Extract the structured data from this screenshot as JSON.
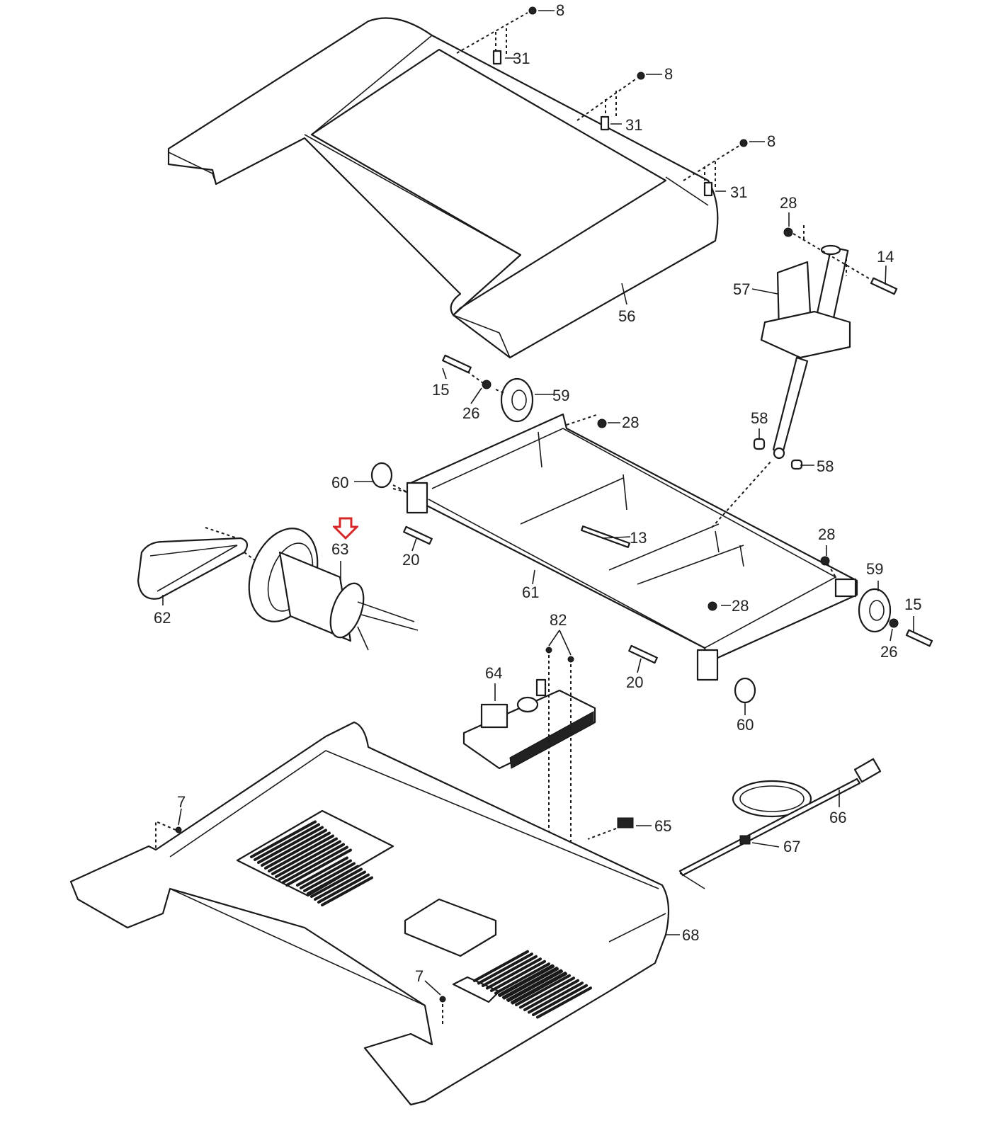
{
  "diagram": {
    "subject": "Treadmill exploded parts diagram",
    "highlight_color": "#d62828",
    "highlighted_part": "63",
    "parts": [
      {
        "id": "8",
        "name": "screw",
        "label": "8"
      },
      {
        "id": "8b",
        "name": "screw",
        "label": "8"
      },
      {
        "id": "8c",
        "name": "screw",
        "label": "8"
      },
      {
        "id": "31",
        "name": "clip",
        "label": "31"
      },
      {
        "id": "31b",
        "name": "clip",
        "label": "31"
      },
      {
        "id": "31c",
        "name": "clip",
        "label": "31"
      },
      {
        "id": "56",
        "name": "motor-hood",
        "label": "56"
      },
      {
        "id": "28a",
        "name": "nut",
        "label": "28"
      },
      {
        "id": "14",
        "name": "bolt",
        "label": "14"
      },
      {
        "id": "57",
        "name": "incline-motor",
        "label": "57"
      },
      {
        "id": "15a",
        "name": "bolt",
        "label": "15"
      },
      {
        "id": "26a",
        "name": "washer",
        "label": "26"
      },
      {
        "id": "59a",
        "name": "wheel",
        "label": "59"
      },
      {
        "id": "28b",
        "name": "nut",
        "label": "28"
      },
      {
        "id": "58a",
        "name": "spacer",
        "label": "58"
      },
      {
        "id": "58b",
        "name": "spacer",
        "label": "58"
      },
      {
        "id": "60a",
        "name": "foot-disc",
        "label": "60"
      },
      {
        "id": "63",
        "name": "drive-motor",
        "label": "63"
      },
      {
        "id": "13",
        "name": "bolt",
        "label": "13"
      },
      {
        "id": "20a",
        "name": "bolt",
        "label": "20"
      },
      {
        "id": "62",
        "name": "drive-belt",
        "label": "62"
      },
      {
        "id": "61",
        "name": "frame",
        "label": "61"
      },
      {
        "id": "28c",
        "name": "nut",
        "label": "28"
      },
      {
        "id": "59b",
        "name": "wheel",
        "label": "59"
      },
      {
        "id": "15b",
        "name": "bolt",
        "label": "15"
      },
      {
        "id": "28d",
        "name": "nut",
        "label": "28"
      },
      {
        "id": "26b",
        "name": "washer",
        "label": "26"
      },
      {
        "id": "82",
        "name": "screws",
        "label": "82"
      },
      {
        "id": "20b",
        "name": "bolt",
        "label": "20"
      },
      {
        "id": "64",
        "name": "controller",
        "label": "64"
      },
      {
        "id": "60b",
        "name": "foot-disc",
        "label": "60"
      },
      {
        "id": "66",
        "name": "power-cord",
        "label": "66"
      },
      {
        "id": "7a",
        "name": "screw",
        "label": "7"
      },
      {
        "id": "65",
        "name": "switch",
        "label": "65"
      },
      {
        "id": "67",
        "name": "cord-clamp",
        "label": "67"
      },
      {
        "id": "68",
        "name": "base-pan",
        "label": "68"
      },
      {
        "id": "7b",
        "name": "screw",
        "label": "7"
      }
    ]
  }
}
